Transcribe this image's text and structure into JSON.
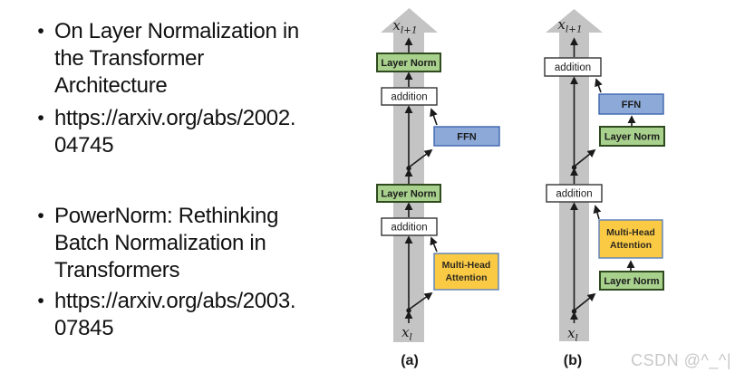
{
  "slide": {
    "bullet_char": "•"
  },
  "bullets": [
    {
      "lines": [
        "On Layer Normalization in",
        "the Transformer",
        "Architecture"
      ]
    },
    {
      "lines": [
        "https://arxiv.org/abs/2002.",
        "04745"
      ]
    },
    {
      "lines": [
        "PowerNorm: Rethinking",
        "Batch Normalization in",
        "Transformers"
      ]
    },
    {
      "lines": [
        "https://arxiv.org/abs/2003.",
        "07845"
      ]
    }
  ],
  "diagram_a": {
    "caption": "(a)",
    "output_base": "x",
    "output_sub": "l+1",
    "input_base": "x",
    "input_sub": "l",
    "layer_norm_top": "Layer Norm",
    "addition_top": "addition",
    "ffn": "FFN",
    "layer_norm_mid": "Layer Norm",
    "addition_bottom": "addition",
    "mha_line1": "Multi-Head",
    "mha_line2": "Attention"
  },
  "diagram_b": {
    "caption": "(b)",
    "output_base": "x",
    "output_sub": "l+1",
    "input_base": "x",
    "input_sub": "l",
    "addition_top": "addition",
    "ffn": "FFN",
    "layer_norm_upper": "Layer Norm",
    "addition_mid": "addition",
    "mha_line1": "Multi-Head",
    "mha_line2": "Attention",
    "layer_norm_lower": "Layer Norm"
  },
  "watermark": {
    "text": "CSDN @^_^|"
  },
  "colors": {
    "text": "#121212",
    "band_gray": "#c4c4c4",
    "line_black": "#1a1a1a",
    "green_fill": "#a9d18e",
    "green_border": "#2f4a1e",
    "blue_fill": "#8da9d8",
    "blue_border": "#3e65ae",
    "yellow_fill": "#fbca45",
    "yellow_border": "#5b7fb9",
    "white_fill": "#ffffff",
    "white_border": "#333333",
    "watermark_gray": "#c8c8c8"
  }
}
